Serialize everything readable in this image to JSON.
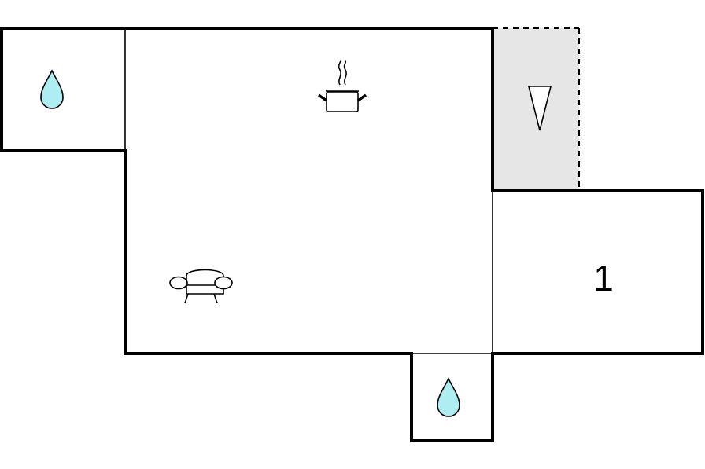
{
  "floorplan": {
    "colors": {
      "wall": "#000000",
      "water": "#aeeef3",
      "terrace": "#e6e6e6",
      "background": "#ffffff"
    },
    "rooms": [
      {
        "name": "bathroom-top-left",
        "icon": "water-drop-icon"
      },
      {
        "name": "living-kitchen",
        "icons": [
          "cooking-pot-icon",
          "sofa-icon"
        ]
      },
      {
        "name": "terrace",
        "icon": "triangle-marker-icon"
      },
      {
        "name": "bedroom",
        "label": "1"
      },
      {
        "name": "bathroom-bottom",
        "icon": "water-drop-icon"
      }
    ]
  }
}
